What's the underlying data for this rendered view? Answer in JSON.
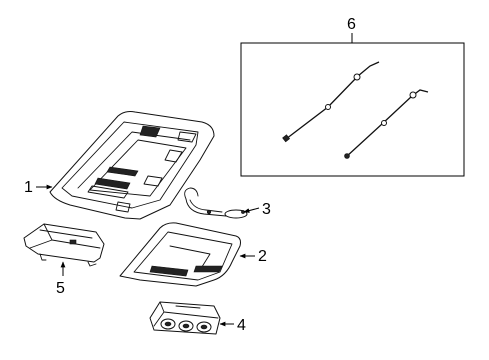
{
  "callouts": [
    {
      "id": "1",
      "label": "1"
    },
    {
      "id": "2",
      "label": "2"
    },
    {
      "id": "3",
      "label": "3"
    },
    {
      "id": "4",
      "label": "4"
    },
    {
      "id": "5",
      "label": "5"
    },
    {
      "id": "6",
      "label": "6"
    }
  ],
  "colors": {
    "line": "#111111",
    "background": "#ffffff"
  }
}
